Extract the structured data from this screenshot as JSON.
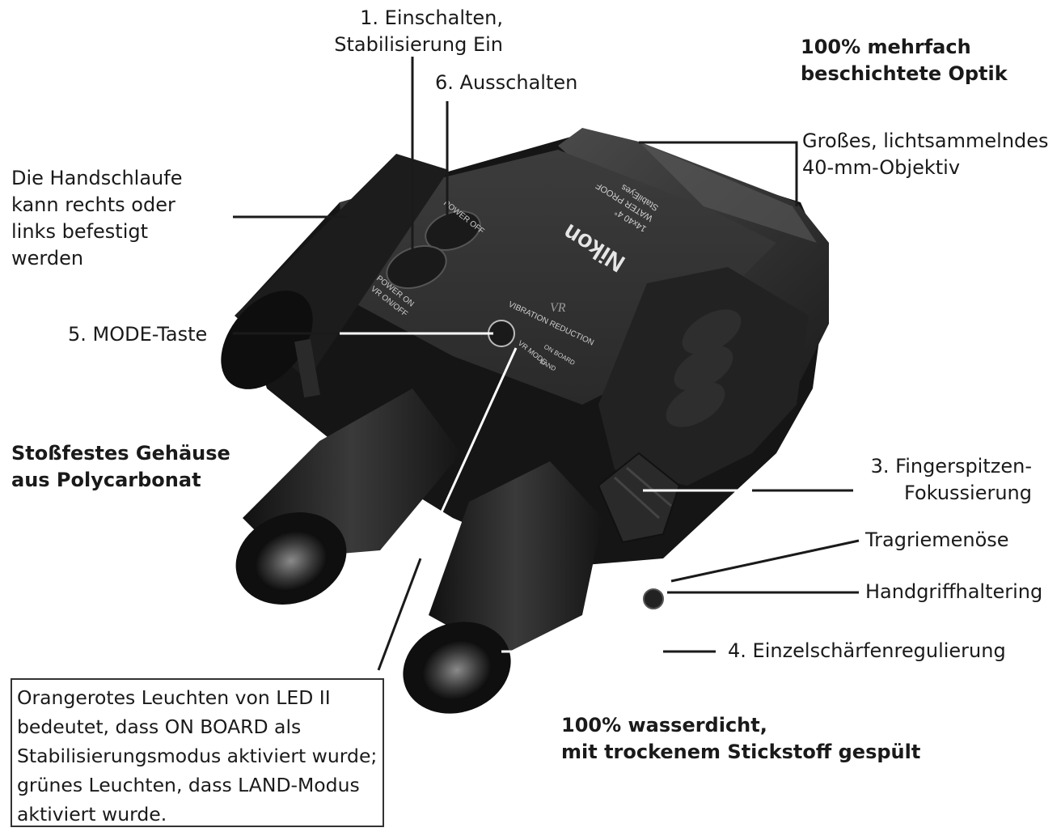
{
  "labels": {
    "power_on": "1. Einschalten,\nStabilisierung Ein",
    "power_off": "6. Ausschalten",
    "optics": "100% mehrfach\nbeschichtete Optik",
    "objective": "Großes, lichtsammelndes\n40-mm-Objektiv",
    "strap": "Die Handschlaufe\nkann rechts oder\nlinks befestigt\nwerden",
    "mode": "5. MODE-Taste",
    "housing": "Stoßfestes Gehäuse\naus Polycarbonat",
    "focus": "3. Fingerspitzen-\nFokussierung",
    "strap_eyelet": "Tragriemenöse",
    "grip_ring": "Handgriffhaltering",
    "diopter": "4. Einzelschärfenregulierung",
    "waterproof": "100% wasserdicht,\nmit trockenem Stickstoff gespült",
    "led_note": "Orangerotes Leuchten von LED II bedeutet, dass ON BOARD als Stabilisierungsmodus aktiviert wurde; grünes Leuchten, dass LAND-Modus aktiviert wurde."
  },
  "device": {
    "brand": "Nikon",
    "model_line1": "StabilEyes",
    "model_line2": "WATER PROOF",
    "model_line3": "14x40 4°",
    "btn_power_off": "POWER OFF",
    "btn_power_on": "POWER ON",
    "btn_vr": "VR ON/OFF",
    "vr_logo": "VR",
    "vr_text": "VIBRATION REDUCTION",
    "vr_mode": "VR MODE",
    "mode_onboard": "ON BOARD",
    "mode_land": "LAND"
  }
}
